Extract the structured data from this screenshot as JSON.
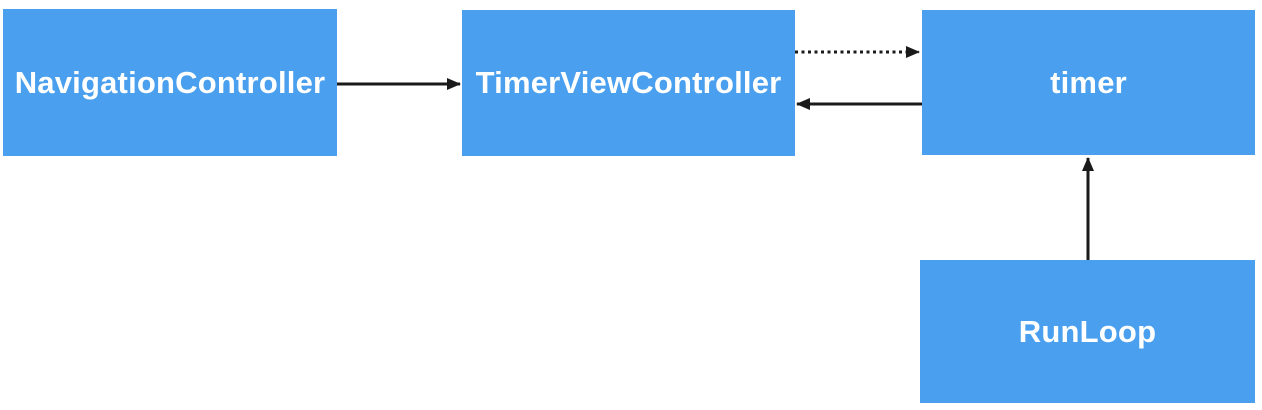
{
  "diagram": {
    "background_color": "#ffffff",
    "node_fill_color": "#4aa0ee",
    "node_text_color": "#ffffff",
    "arrow_color": "#1a1a1a",
    "nodes": [
      {
        "id": "navigation-controller",
        "label": "NavigationController"
      },
      {
        "id": "timer-view-controller",
        "label": "TimerViewController"
      },
      {
        "id": "timer",
        "label": "timer"
      },
      {
        "id": "run-loop",
        "label": "RunLoop"
      }
    ],
    "edges": [
      {
        "from": "navigation-controller",
        "to": "timer-view-controller",
        "style": "solid",
        "direction": "right"
      },
      {
        "from": "timer-view-controller",
        "to": "timer",
        "style": "dotted",
        "direction": "right"
      },
      {
        "from": "timer",
        "to": "timer-view-controller",
        "style": "solid",
        "direction": "left"
      },
      {
        "from": "run-loop",
        "to": "timer",
        "style": "solid",
        "direction": "up"
      }
    ]
  }
}
